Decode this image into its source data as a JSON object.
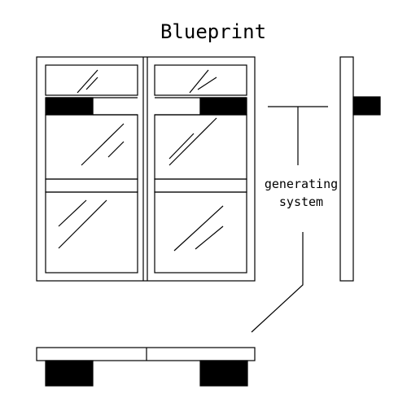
{
  "title": "Blueprint",
  "label": {
    "line1": "generating",
    "line2": "system"
  },
  "colors": {
    "line": "#000000",
    "fill": "#ffffff",
    "block": "#000000"
  }
}
